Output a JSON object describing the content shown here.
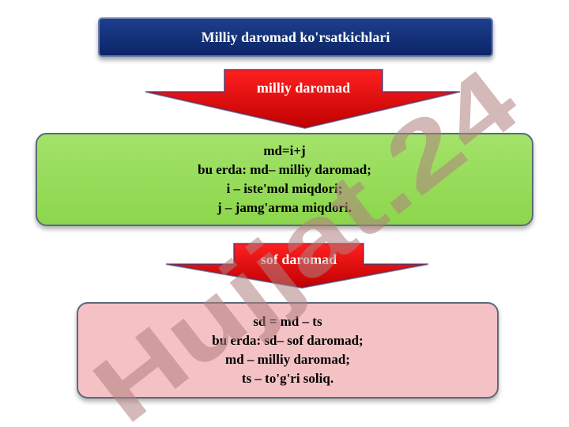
{
  "header": {
    "title": "Milliy daromad ko'rsatkichlari"
  },
  "arrows": [
    {
      "label": "milliy daromad"
    },
    {
      "label": "sof daromad"
    }
  ],
  "boxes": {
    "national_income": [
      "md=i+j",
      "bu erda: md– milliy daromad;",
      "i – iste'mol miqdori;",
      "j – jamg'arma miqdori."
    ],
    "net_income": [
      "sd = md – ts",
      "bu erda: sd– sof daromad;",
      "md – milliy daromad;",
      "ts – to'g'ri soliq."
    ]
  },
  "watermark": "Hujjat.24",
  "colors": {
    "header_bg": "#0c2566",
    "arrow_red": "#e00000",
    "green_box": "#8cd64c",
    "pink_box": "#f4c2c4"
  }
}
